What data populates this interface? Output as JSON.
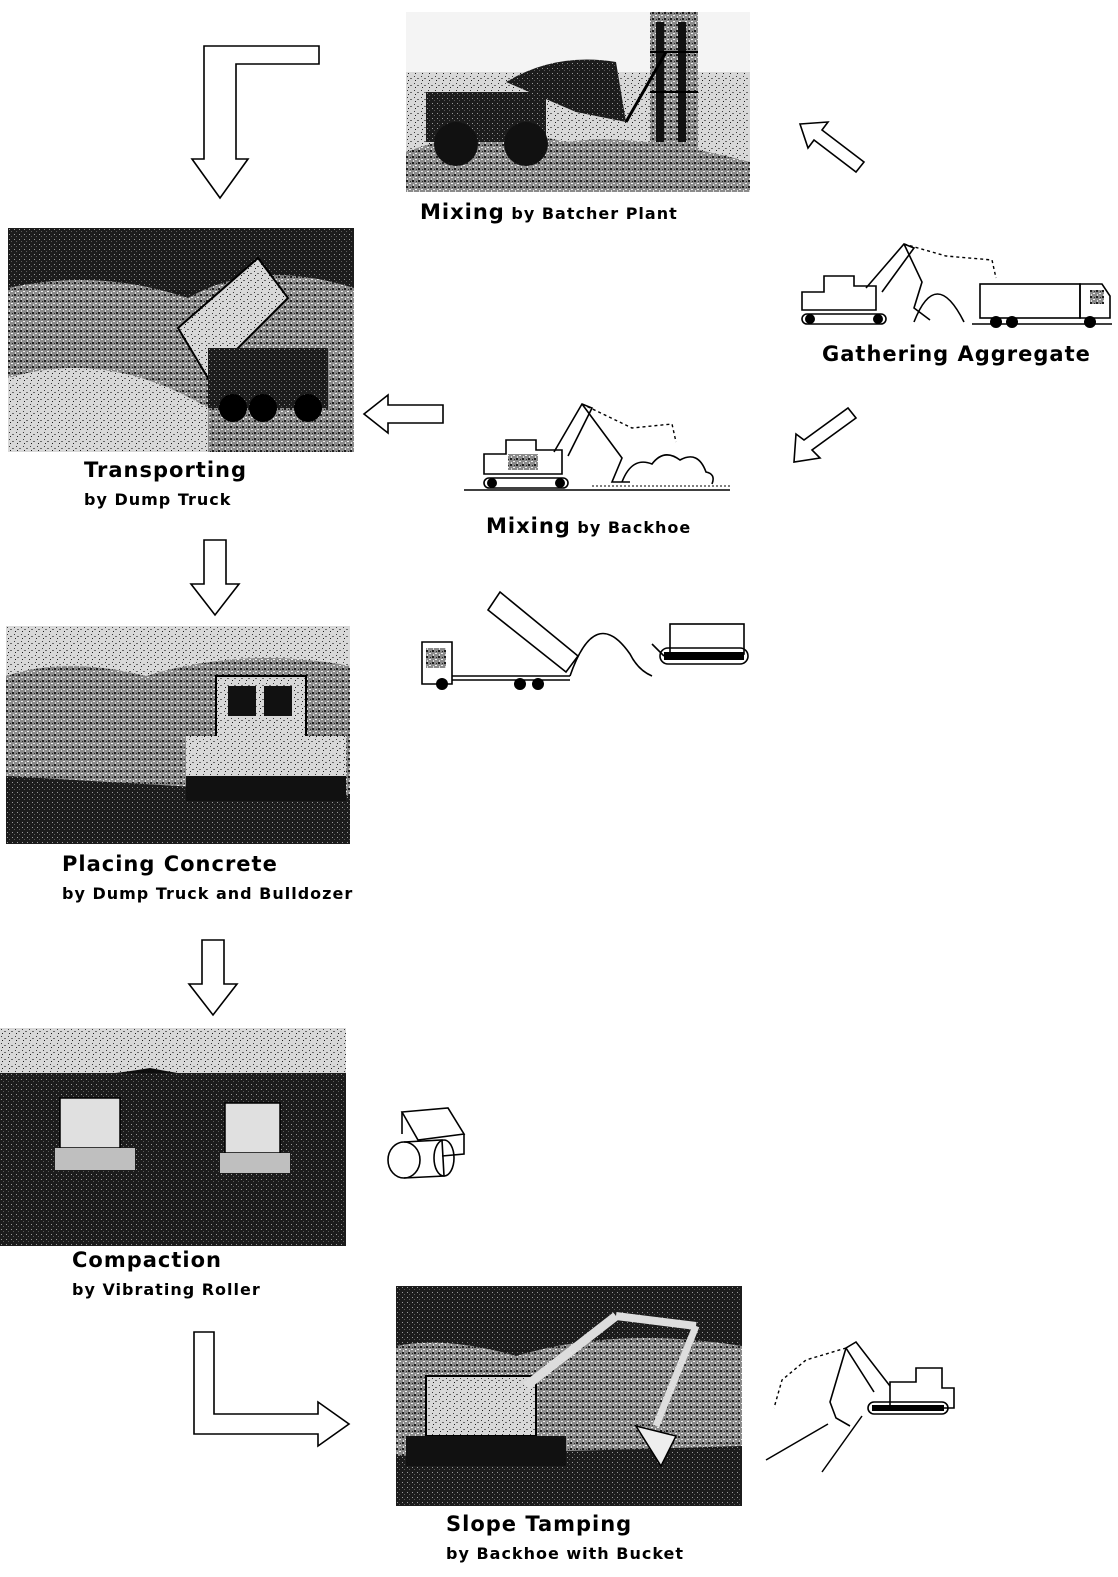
{
  "steps": {
    "mixing_plant": {
      "title": "Mixing",
      "sub": "by Batcher Plant"
    },
    "gathering": {
      "title": "Gathering Aggregate"
    },
    "mixing_backhoe": {
      "title": "Mixing",
      "sub": "by Backhoe"
    },
    "transporting": {
      "title": "Transporting",
      "sub": "by Dump Truck"
    },
    "placing": {
      "title": "Placing Concrete",
      "sub": "by Dump Truck and Bulldozer"
    },
    "compaction": {
      "title": "Compaction",
      "sub": "by Vibrating Roller"
    },
    "slope": {
      "title": "Slope Tamping",
      "sub": "by Backhoe with Bucket"
    }
  },
  "icons": [
    "arrow-icon",
    "excavator-icon",
    "dump-truck-icon",
    "bulldozer-icon",
    "roller-icon",
    "backhoe-icon"
  ],
  "colors": {
    "ink": "#000000",
    "paper": "#ffffff",
    "photo_dark": "#1a1a1a",
    "photo_mid": "#777777",
    "photo_light": "#d0d0d0"
  }
}
